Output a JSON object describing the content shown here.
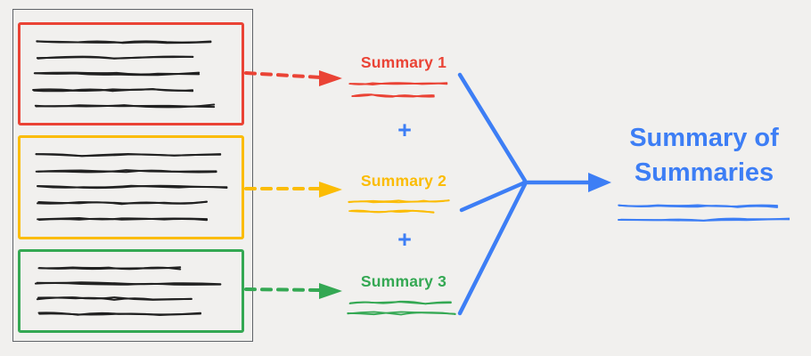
{
  "colors": {
    "background": "#F1F0EE",
    "document_border": "#5F6368",
    "ink": "#212121",
    "red": "#EA4335",
    "orange": "#FBBC04",
    "green": "#34A853",
    "blue": "#3D7EF5"
  },
  "document": {
    "sections": [
      {
        "name": "section-1",
        "color": "#EA4335",
        "text_lines": 5
      },
      {
        "name": "section-2",
        "color": "#FBBC04",
        "text_lines": 5
      },
      {
        "name": "section-3",
        "color": "#34A853",
        "text_lines": 4
      }
    ]
  },
  "summaries": [
    {
      "label": "Summary 1",
      "color": "#EA4335"
    },
    {
      "label": "Summary 2",
      "color": "#FBBC04"
    },
    {
      "label": "Summary 3",
      "color": "#34A853"
    }
  ],
  "operators": {
    "plus": "+"
  },
  "result": {
    "label": "Summary of Summaries",
    "color": "#3D7EF5"
  }
}
